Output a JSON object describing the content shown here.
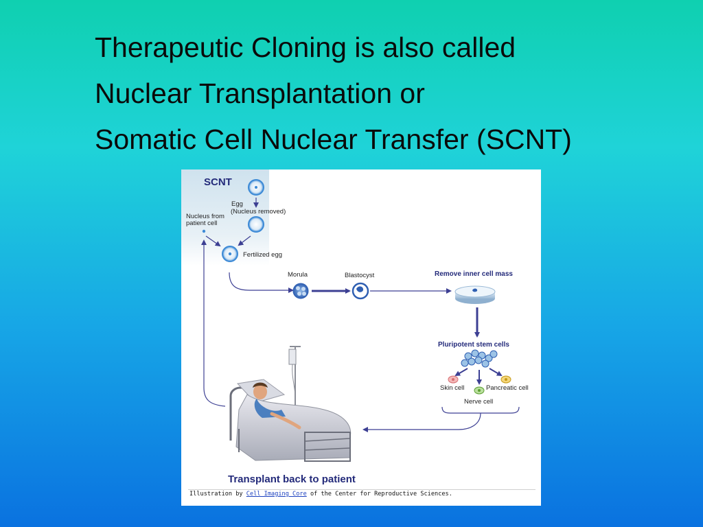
{
  "slide": {
    "title_lines": [
      "Therapeutic Cloning is also called",
      "Nuclear Transplantation or",
      "Somatic Cell Nuclear Transfer (SCNT)"
    ]
  },
  "figure": {
    "scnt_title": "SCNT",
    "egg_label": "Egg",
    "egg_sub_label": "(Nucleus removed)",
    "nucleus_label_1": "Nucleus from",
    "nucleus_label_2": "patient cell",
    "fertilized_egg_label": "Fertilized egg",
    "morula_label": "Morula",
    "blastocyst_label": "Blastocyst",
    "remove_mass_label": "Remove inner cell mass",
    "pluripotent_label": "Pluripotent stem cells",
    "skin_cell_label": "Skin cell",
    "pancreatic_cell_label": "Pancreatic cell",
    "nerve_cell_label": "Nerve cell",
    "transplant_label": "Transplant back to patient",
    "credit_prefix": "Illustration by ",
    "credit_link": "Cell Imaging Core",
    "credit_suffix": " of the Center for Reproductive Sciences."
  },
  "colors": {
    "arrow": "#3c3f93",
    "accent_blue": "#3d8ad6",
    "label_navy": "#232a7a"
  }
}
